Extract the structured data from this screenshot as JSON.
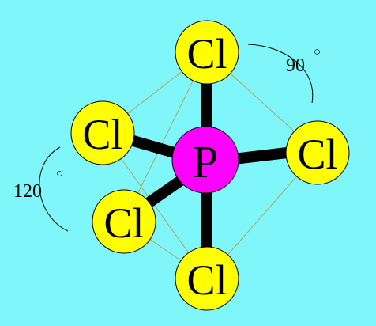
{
  "colors": {
    "background": "#7ff7fa",
    "chlorine": "#ffff00",
    "phosphorus": "#ff00ff",
    "bond": "#000000",
    "edge": "#b8a25a"
  },
  "atoms": {
    "center": "P",
    "ligand": "Cl"
  },
  "angles": {
    "axial_equatorial": "90",
    "equatorial": "120",
    "degree_symbol": "○"
  }
}
